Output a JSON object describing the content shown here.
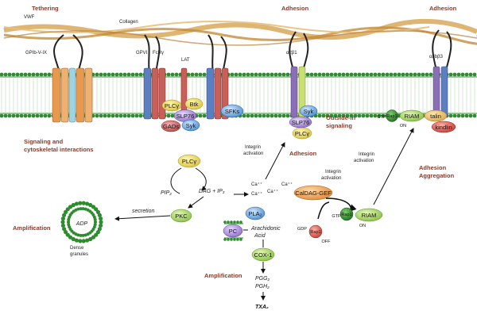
{
  "sections": {
    "tethering": "Tethering",
    "adhesion_top": "Adhesion",
    "adhesion_right": "Adhesion",
    "signaling": "Signaling and cytoskeletal interactions",
    "outside_in": "Outside-in signaling",
    "adhesion_mid": "Adhesion",
    "adhesion_aggregation": "Adhesion Aggregation",
    "amplification_left": "Amplification",
    "amplification_bottom": "Amplification"
  },
  "ligands": {
    "vwf": "VWF",
    "collagen": "Collagen"
  },
  "receptors": {
    "gpib": "GPIb-V-IX",
    "gpvi": "GPVI",
    "fcrg": "FcRγ",
    "lat": "LAT",
    "a2b1": "α2β1",
    "aiib3": "αIIbβ3"
  },
  "molecules": {
    "plcg_mem": "PLCγ",
    "btk": "Btk",
    "slp76_mem": "SLP76",
    "gads": "GADs",
    "syk_mem": "Syk",
    "sfks": "SFKs",
    "syk_int": "Syk",
    "slp76_int": "SLP76",
    "plcg_int": "PLCγ",
    "plcg_cyto": "PLCγ",
    "pkc": "PKC",
    "pla2": "PLA₂",
    "pc": "PC",
    "cox1": "COX-1",
    "caldag": "CalDAG-GEF",
    "rap1_top": "Rap1",
    "riam_top": "RIAM",
    "talin": "talin",
    "kindlin": "kindlin",
    "rap1_mid": "Rap1",
    "riam_mid": "RIAM",
    "rap1_off": "Rap1"
  },
  "text": {
    "pip2": "PIP₂",
    "dag_ip3": "DAG + IP₃",
    "ca1": "Ca⁺⁺",
    "ca2": "Ca⁺⁺",
    "ca3": "Ca⁺⁺",
    "ca4": "Ca⁺⁺",
    "integrin_act_1": "Integrin activation",
    "integrin_act_2": "Integrin activation",
    "integrin_act_3": "Integrin activation",
    "secretion": "secretion",
    "adp": "ADP",
    "dense_granules": "Dense granules",
    "arachidonic": "Arachidonic Acid",
    "pgg2": "PGG₂",
    "pgh2": "PGH₂",
    "txa2": "TXA₂",
    "gtp_top": "GTP",
    "on_top": "ON",
    "gtp_mid": "GTP",
    "on_mid": "ON",
    "gdp": "GDP",
    "off": "OFF"
  },
  "colors": {
    "section_label": "#8b3a2a",
    "membrane": "#2e8b2e",
    "collagen": "#d8a85a",
    "receptor_orange": "#e79a4f",
    "receptor_blue": "#5b7fc0",
    "receptor_red": "#c8605a",
    "receptor_purple": "#8a6fb5",
    "yellow": "#e8d85a",
    "green": "#8fc850",
    "blue": "#5a9fd8",
    "rap1_on": "#2a7a2a",
    "rap1_off": "#d0302a"
  }
}
